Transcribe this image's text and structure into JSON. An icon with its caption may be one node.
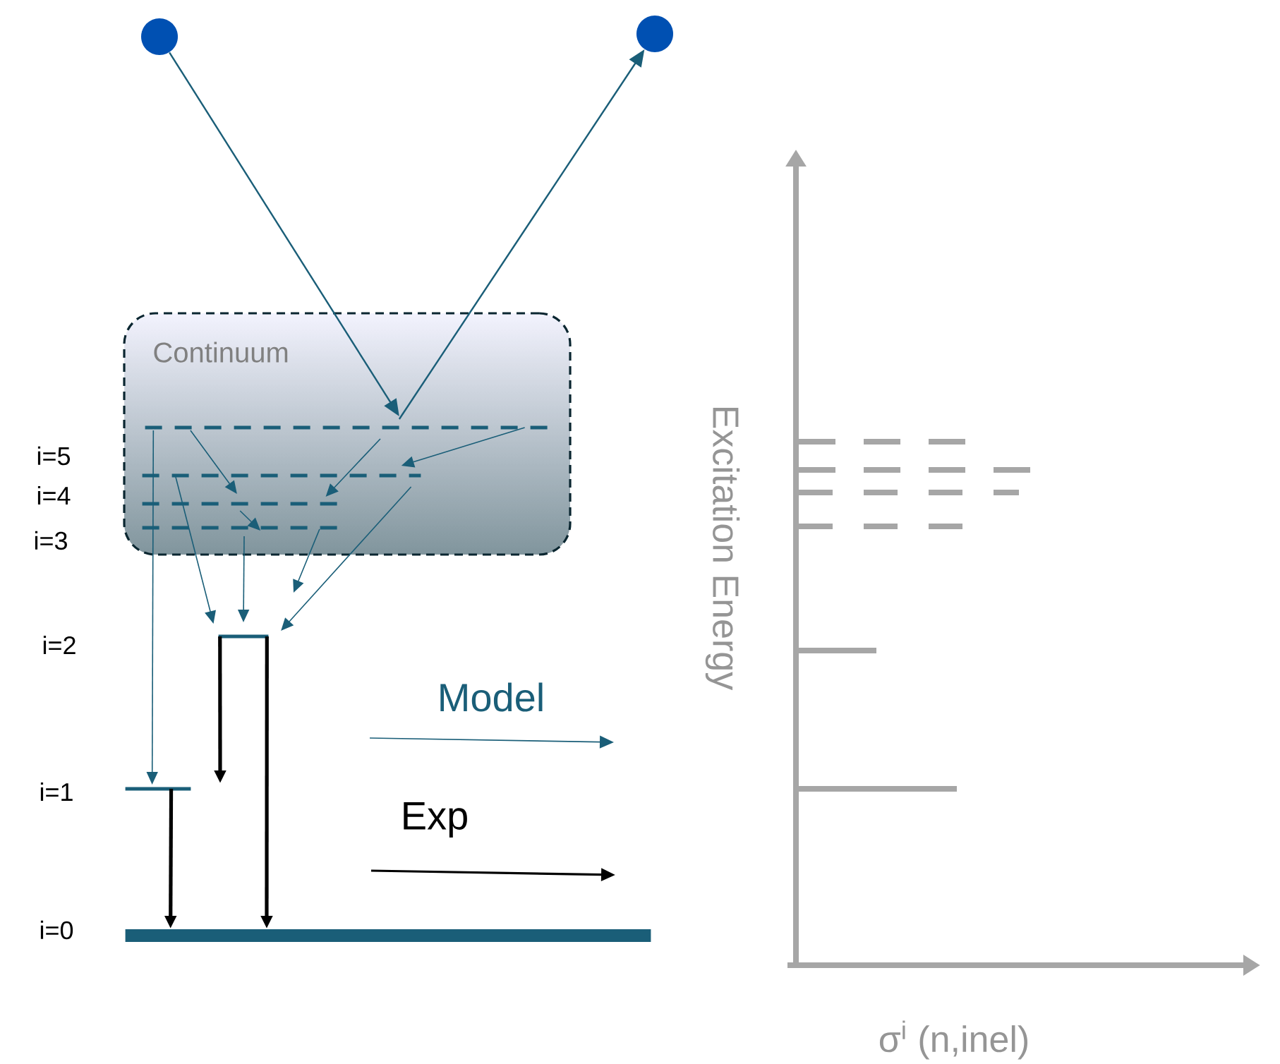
{
  "diagram": {
    "nodes": [
      {
        "text": [],
        "shape": "circle"
      },
      {
        "text": [],
        "shape": "circle"
      },
      {
        "text": [
          "Continuum"
        ]
      },
      {
        "text": [],
        "shape": "bar",
        "in": 2
      },
      {
        "text": [],
        "shape": "bar",
        "in": 2
      },
      {
        "text": [],
        "shape": "bar",
        "in": 2
      },
      {
        "text": [],
        "shape": "bar",
        "in": 2
      },
      {
        "text": [],
        "shape": "bar"
      },
      {
        "text": [],
        "shape": "bar"
      },
      {
        "text": [],
        "shape": "bar"
      }
    ],
    "edges": [
      {
        "from": 0,
        "to": 3,
        "arrow": "to"
      },
      {
        "from": 3,
        "to": 1,
        "arrow": "to"
      },
      {
        "from": 3,
        "to": 5,
        "arrow": "to"
      },
      {
        "from": 3,
        "to": 5,
        "arrow": "to"
      },
      {
        "from": 3,
        "to": 4,
        "arrow": "to"
      },
      {
        "from": 5,
        "to": 6,
        "arrow": "to"
      },
      {
        "from": 4,
        "to": 7,
        "arrow": "to"
      },
      {
        "from": 6,
        "to": 7,
        "arrow": "to"
      },
      {
        "from": 4,
        "to": 7,
        "arrow": "to"
      },
      {
        "from": 6,
        "to": null,
        "arrow": "to"
      },
      {
        "from": 3,
        "to": 8,
        "arrow": "to"
      },
      {
        "from": 7,
        "to": null,
        "arrow": "to",
        "style": "thick",
        "color": "#000000"
      },
      {
        "from": 7,
        "to": 9,
        "arrow": "to",
        "style": "thick",
        "color": "#000000"
      },
      {
        "from": 8,
        "to": 9,
        "arrow": "to",
        "style": "thick",
        "color": "#000000"
      }
    ],
    "labels": [
      "i=5",
      "i=4",
      "i=3",
      "i=2",
      "i=1",
      "i=0",
      "Excitation Energy",
      "σ$^{i}$ (n,inel)"
    ],
    "legend": [
      {
        "text": "Model"
      },
      {
        "text": "Exp"
      }
    ]
  }
}
